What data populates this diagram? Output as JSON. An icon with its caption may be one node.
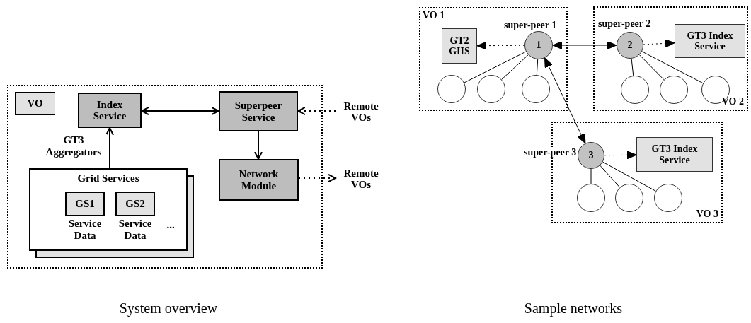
{
  "diagram": {
    "nodes": [
      {
        "text": [],
        "shape": "box"
      },
      {
        "text": [
          "VO"
        ],
        "in": 0
      },
      {
        "text": [
          "Index Service"
        ],
        "in": 0
      },
      {
        "text": [
          "Superpeer Service"
        ],
        "in": 0
      },
      {
        "text": [
          "Grid Services"
        ],
        "in": 0
      },
      {
        "text": [
          "GS1"
        ],
        "in": 4,
        "beside": [
          "Service Data"
        ]
      },
      {
        "text": [
          "GS2"
        ],
        "in": 4,
        "beside": [
          "Service Data"
        ]
      },
      {
        "text": [
          "Network Module"
        ],
        "in": 0
      },
      {
        "text": [
          "Remote VOs"
        ]
      },
      {
        "text": [
          "Remote VOs"
        ]
      },
      {
        "text": [
          "VO 1"
        ]
      },
      {
        "text": [
          "GT2 GIIS"
        ],
        "in": 10
      },
      {
        "text": [
          "1"
        ],
        "in": 10,
        "beside": [
          "super-peer 1"
        ]
      },
      {
        "text": [],
        "shape": "circle",
        "in": 10
      },
      {
        "text": [],
        "shape": "circle",
        "in": 10
      },
      {
        "text": [],
        "shape": "circle",
        "in": 10
      },
      {
        "text": [
          "VO 2"
        ]
      },
      {
        "text": [
          "2"
        ],
        "in": 16,
        "beside": [
          "super-peer 2"
        ]
      },
      {
        "text": [
          "GT3 Index Service"
        ],
        "in": 16
      },
      {
        "text": [],
        "shape": "circle",
        "in": 16
      },
      {
        "text": [],
        "shape": "circle",
        "in": 16
      },
      {
        "text": [],
        "shape": "circle",
        "in": 16
      },
      {
        "text": [
          "VO 3"
        ]
      },
      {
        "text": [
          "3"
        ],
        "in": 22,
        "beside": [
          "super-peer 3"
        ]
      },
      {
        "text": [
          "GT3 Index Service"
        ],
        "in": 22
      },
      {
        "text": [],
        "shape": "circle",
        "in": 22
      },
      {
        "text": [],
        "shape": "circle",
        "in": 22
      },
      {
        "text": [],
        "shape": "circle",
        "in": 22
      }
    ],
    "edges": [
      {
        "from": 2,
        "to": 3,
        "arrow": "both"
      },
      {
        "from": 4,
        "to": 2,
        "arrow": "to",
        "label": "GT3 Aggregators"
      },
      {
        "from": 3,
        "to": 7,
        "arrow": "to"
      },
      {
        "from": 8,
        "to": 3,
        "arrow": "to",
        "style": "dashed"
      },
      {
        "from": 7,
        "to": 9,
        "arrow": "to",
        "style": "dashed"
      },
      {
        "from": 12,
        "to": 11,
        "arrow": "to",
        "style": "dashed"
      },
      {
        "from": 12,
        "to": 17,
        "arrow": "both"
      },
      {
        "from": 12,
        "to": 23,
        "arrow": "both"
      },
      {
        "from": 17,
        "to": 18,
        "arrow": "to",
        "style": "dashed"
      },
      {
        "from": 23,
        "to": 24,
        "arrow": "to",
        "style": "dashed"
      },
      {
        "from": 12,
        "to": 13,
        "arrow": "none"
      },
      {
        "from": 12,
        "to": 14,
        "arrow": "none"
      },
      {
        "from": 12,
        "to": 15,
        "arrow": "none"
      },
      {
        "from": 17,
        "to": 19,
        "arrow": "none"
      },
      {
        "from": 17,
        "to": 20,
        "arrow": "none"
      },
      {
        "from": 17,
        "to": 21,
        "arrow": "none"
      },
      {
        "from": 23,
        "to": 25,
        "arrow": "none"
      },
      {
        "from": 23,
        "to": 26,
        "arrow": "none"
      },
      {
        "from": 23,
        "to": 27,
        "arrow": "none"
      }
    ],
    "labels": [
      "...",
      "System overview",
      "Sample networks"
    ]
  }
}
